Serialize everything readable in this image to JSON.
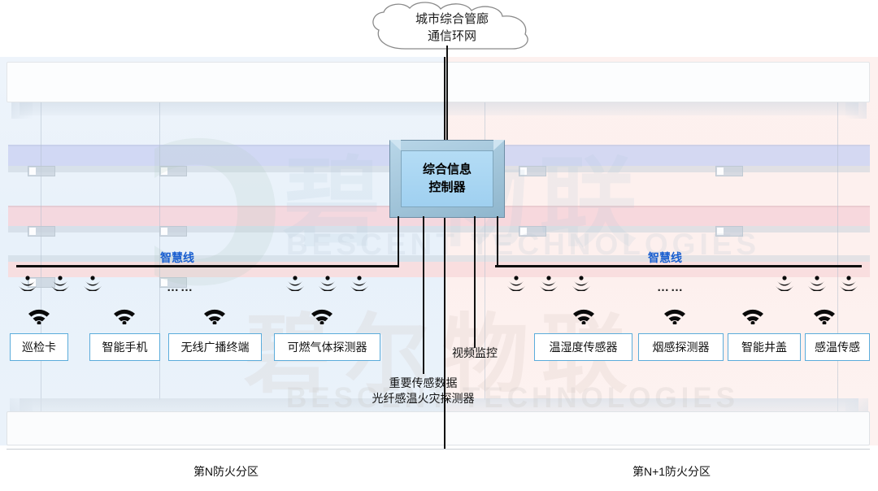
{
  "cloud": {
    "name": "cloud-network",
    "line1": "城市综合管廊",
    "line2": "通信环网"
  },
  "controller": {
    "line1": "综合信息",
    "line2": "控制器"
  },
  "smartline": {
    "left_label": "智慧线",
    "right_label": "智慧线"
  },
  "left_zone": {
    "label": "第N防火分区",
    "ellipsis": "……",
    "devices": [
      {
        "label": "巡检卡"
      },
      {
        "label": "智能手机"
      },
      {
        "label": "无线广播终端"
      },
      {
        "label": "可燃气体探测器"
      }
    ]
  },
  "right_zone": {
    "label": "第N+1防火分区",
    "ellipsis": "……",
    "devices": [
      {
        "label": "温湿度传感器"
      },
      {
        "label": "烟感探测器"
      },
      {
        "label": "智能井盖"
      },
      {
        "label": "感温传感"
      }
    ]
  },
  "center_links": {
    "video": "视频监控",
    "sensor_line1": "重要传感数据",
    "sensor_line2": "光纤感温火灾探测器"
  },
  "watermark": {
    "swoosh": "Ɔ",
    "cn_top": "碧    物联",
    "en_top": "BESCENT TECHNOLOGIES",
    "cn_bottom": "碧尔物联",
    "en_bottom": "BESCENT TECHNOLOGIES"
  },
  "colors": {
    "accent_blue": "#1a5fd0",
    "box_border": "#5bacdb",
    "controller_fill": "#a8d4ef",
    "band_blue": "#ccd4f2",
    "band_pink": "#f6d3d9",
    "line_black": "#0d0d0d"
  }
}
